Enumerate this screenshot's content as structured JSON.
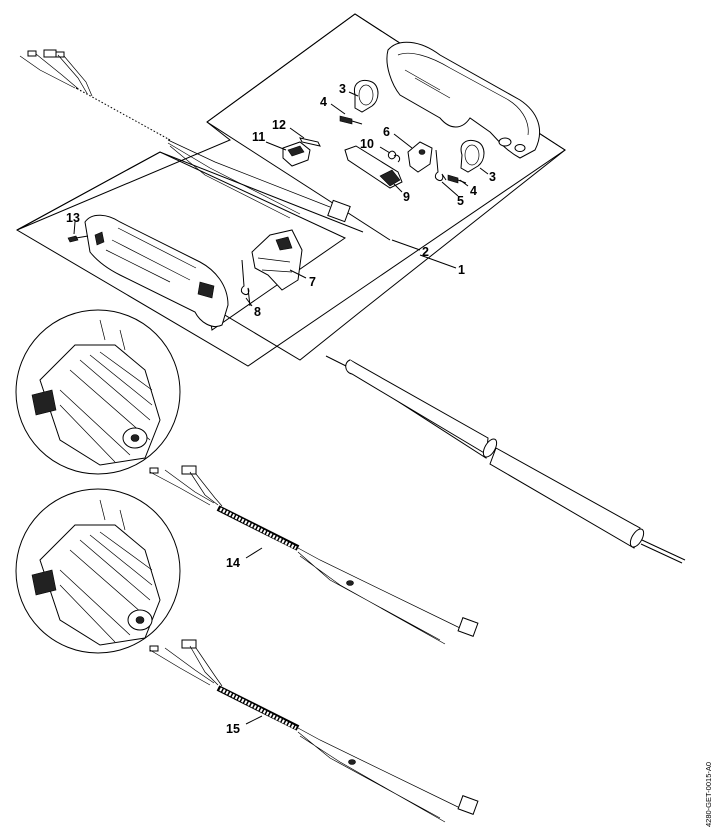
{
  "diagram": {
    "drawing_code": "4280-GET-0015-A0",
    "callouts": {
      "c1": "1",
      "c2": "2",
      "c3a": "3",
      "c3b": "3",
      "c4a": "4",
      "c4b": "4",
      "c5": "5",
      "c6": "6",
      "c7": "7",
      "c8": "8",
      "c9": "9",
      "c10": "10",
      "c11": "11",
      "c12": "12",
      "c13": "13",
      "c14": "14",
      "c15": "15"
    }
  }
}
